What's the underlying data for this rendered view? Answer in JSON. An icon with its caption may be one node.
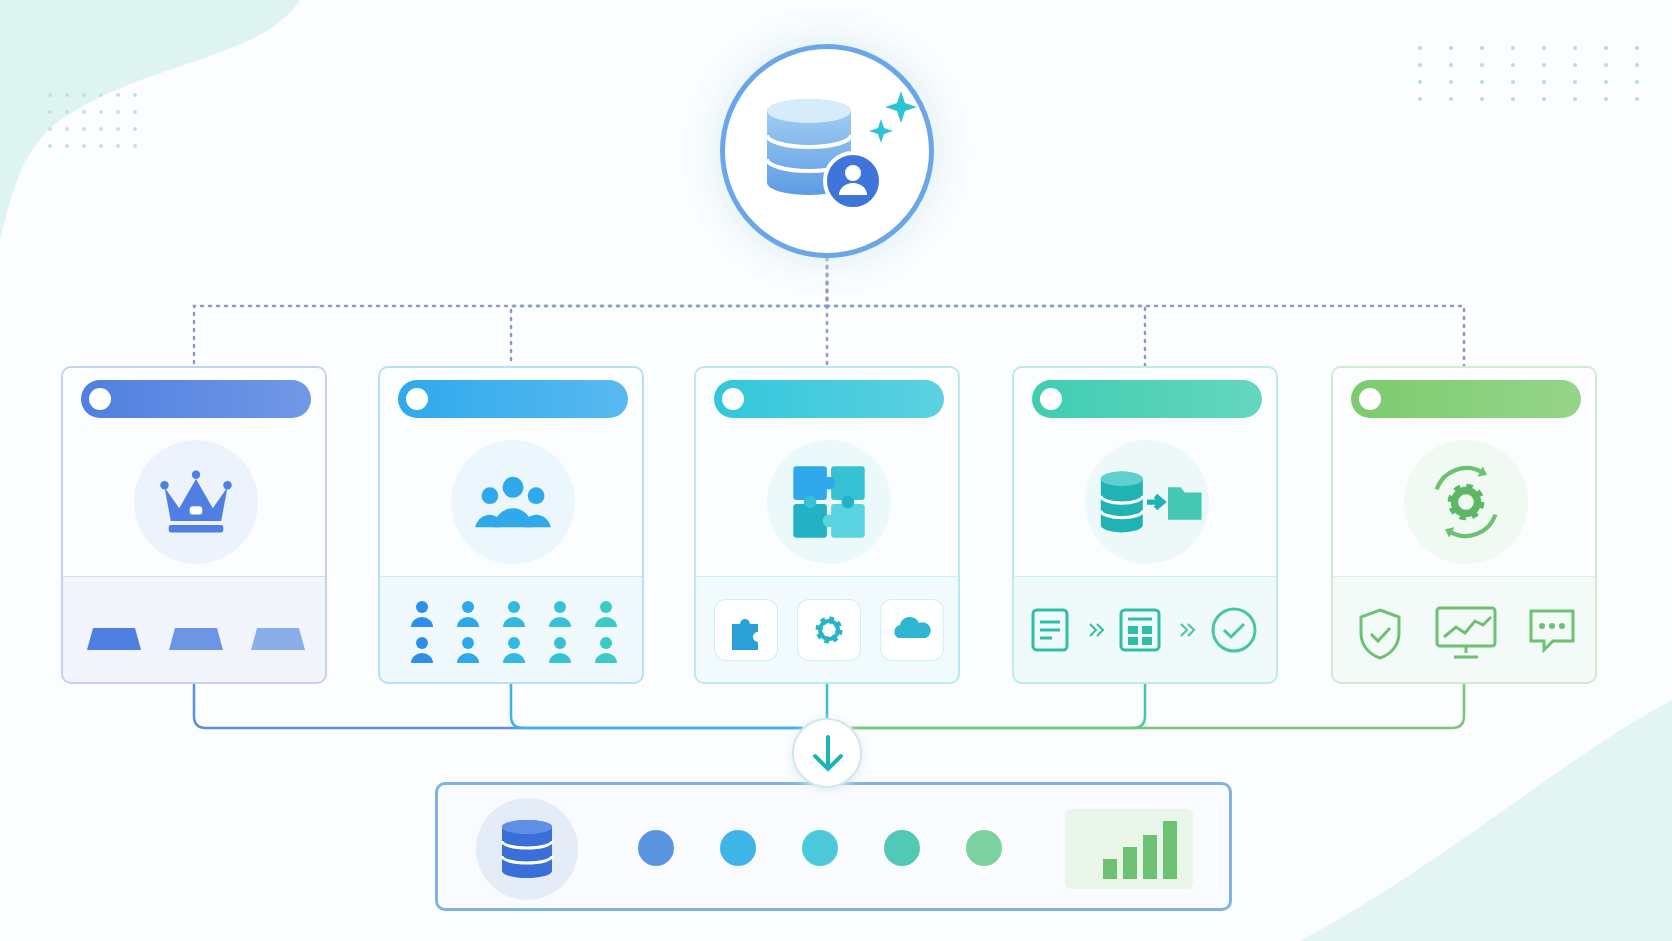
{
  "diagram": {
    "nodes": [
      {
        "text": [],
        "shape": "circle"
      },
      {
        "text": [],
        "shape": "box"
      },
      {
        "text": [],
        "shape": "box"
      },
      {
        "text": [],
        "shape": "box"
      },
      {
        "text": [],
        "shape": "box"
      },
      {
        "text": [],
        "shape": "box"
      },
      {
        "text": [],
        "shape": "circle"
      },
      {
        "text": [],
        "shape": "box"
      }
    ],
    "edges": [
      {
        "from": 0,
        "to": 1,
        "arrow": "none",
        "style": "dashed"
      },
      {
        "from": 0,
        "to": 2,
        "arrow": "none",
        "style": "dashed"
      },
      {
        "from": 0,
        "to": 3,
        "arrow": "none",
        "style": "dashed"
      },
      {
        "from": 0,
        "to": 4,
        "arrow": "none",
        "style": "dashed"
      },
      {
        "from": 0,
        "to": 5,
        "arrow": "none",
        "style": "dashed"
      },
      {
        "from": 1,
        "to": 6,
        "arrow": "none"
      },
      {
        "from": 2,
        "to": 6,
        "arrow": "none"
      },
      {
        "from": 3,
        "to": 6,
        "arrow": "none"
      },
      {
        "from": 4,
        "to": 6,
        "arrow": "none"
      },
      {
        "from": 5,
        "to": 6,
        "arrow": "none"
      }
    ]
  }
}
